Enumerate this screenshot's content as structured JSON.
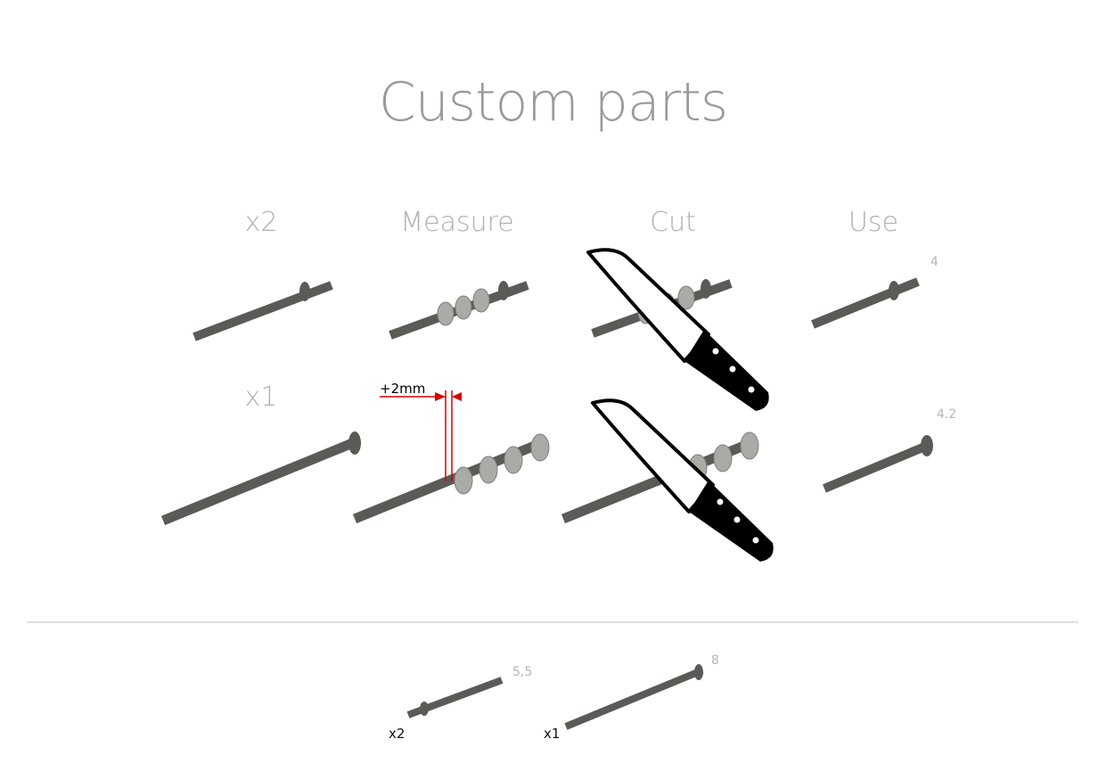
{
  "title": "Custom parts",
  "steps": [
    "x2",
    "Measure",
    "Cut",
    "Use"
  ],
  "row2_qty": "x1",
  "measure_note": "+2mm",
  "use_lengths": [
    "4",
    "4.2"
  ],
  "result_parts": [
    {
      "length": "5,5",
      "qty": "x2"
    },
    {
      "length": "8",
      "qty": "x1"
    }
  ],
  "colors": {
    "axle": "#595b57",
    "bushing": "#a9aba7",
    "dimension": "#d40000"
  }
}
